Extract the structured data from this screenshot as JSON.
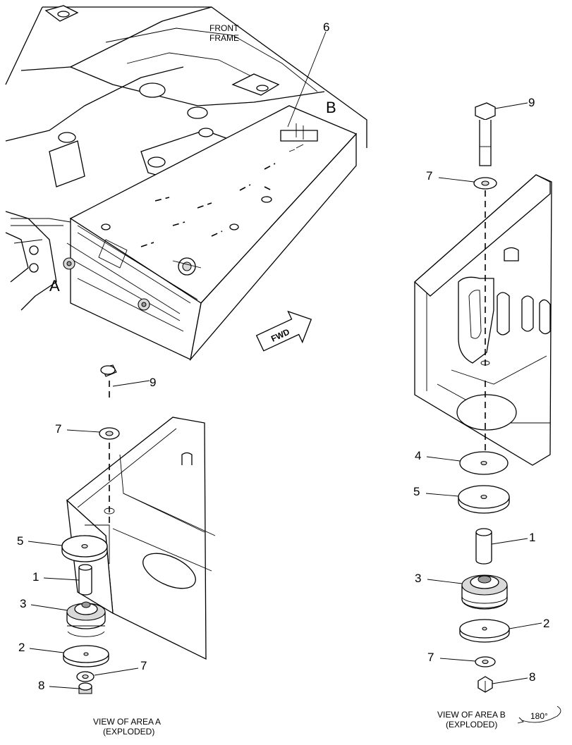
{
  "labels": {
    "front_frame_line1": "FRONT",
    "front_frame_line2": "FRAME",
    "area_a": "A",
    "area_b": "B",
    "fwd": "FWD",
    "rotate": "180°"
  },
  "callouts": {
    "top_6": "6",
    "a_9": "9",
    "a_7_top": "7",
    "a_5": "5",
    "a_1": "1",
    "a_3": "3",
    "a_2": "2",
    "a_7_bottom": "7",
    "a_8": "8",
    "b_9": "9",
    "b_7_top": "7",
    "b_4": "4",
    "b_5": "5",
    "b_1": "1",
    "b_3": "3",
    "b_2": "2",
    "b_7_bottom": "7",
    "b_8": "8"
  },
  "captions": {
    "view_a_line1": "VIEW OF AREA  A",
    "view_a_line2": "(EXPLODED)",
    "view_b_line1": "VIEW OF AREA  B",
    "view_b_line2": "(EXPLODED)"
  }
}
